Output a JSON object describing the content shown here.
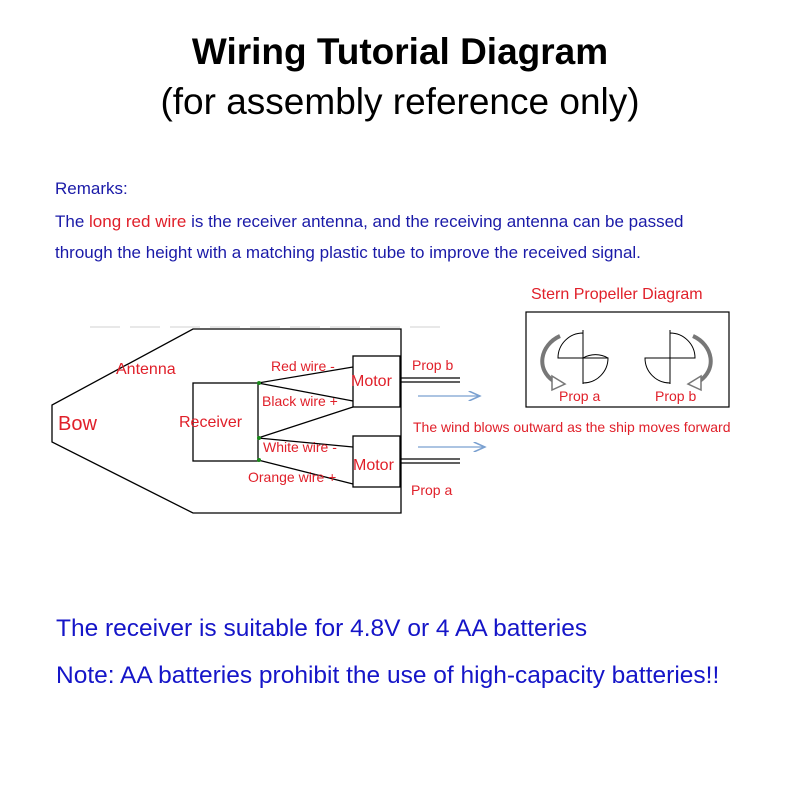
{
  "header": {
    "title": "Wiring Tutorial Diagram",
    "subtitle": "(for assembly reference only)"
  },
  "remarks": {
    "heading": "Remarks:",
    "line1_pre": "The ",
    "line1_highlight": "long red wire",
    "line1_post": " is the receiver antenna, and the receiving antenna can be passed",
    "line2": "through the height with a matching plastic tube to improve the received signal."
  },
  "diagram": {
    "bow": "Bow",
    "antenna": "Antenna",
    "receiver": "Receiver",
    "red_wire": "Red wire -",
    "black_wire": "Black wire +",
    "white_wire": "White wire -",
    "orange_wire": "Orange wire +",
    "motor_top": "Motor",
    "motor_bottom": "Motor",
    "prop_b": "Prop b",
    "prop_a": "Prop a",
    "wind_note": "The wind blows outward as the ship moves forward",
    "stern_title": "Stern Propeller Diagram",
    "stern_prop_a": "Prop a",
    "stern_prop_b": "Prop b"
  },
  "notes": {
    "battery_line": "The receiver is suitable for 4.8V or 4 AA batteries",
    "warning_line": "Note: AA batteries prohibit the use of high-capacity batteries!!"
  },
  "colors": {
    "label_red": "#e0202a",
    "note_blue": "#1515c8",
    "remark_blue": "#1a1aa8",
    "arrow_blue": "#7aa0d0",
    "connector_green": "#1a8a1a"
  }
}
